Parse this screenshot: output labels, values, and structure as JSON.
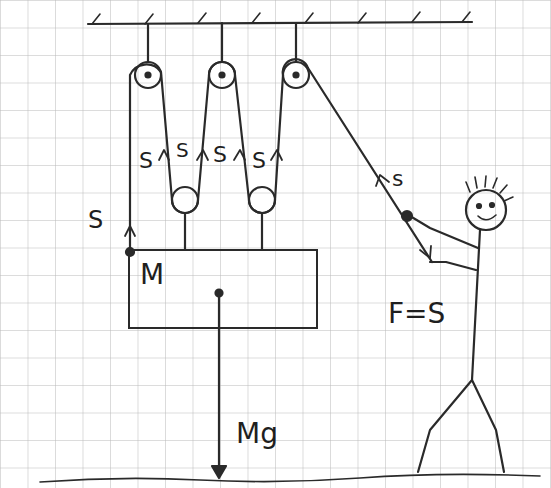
{
  "diagram": {
    "nodes": [
      {
        "text": [
          "M"
        ]
      }
    ],
    "labels": [
      "S",
      "S",
      "S",
      "S",
      "S",
      "s",
      "Mg",
      "F=S"
    ]
  }
}
